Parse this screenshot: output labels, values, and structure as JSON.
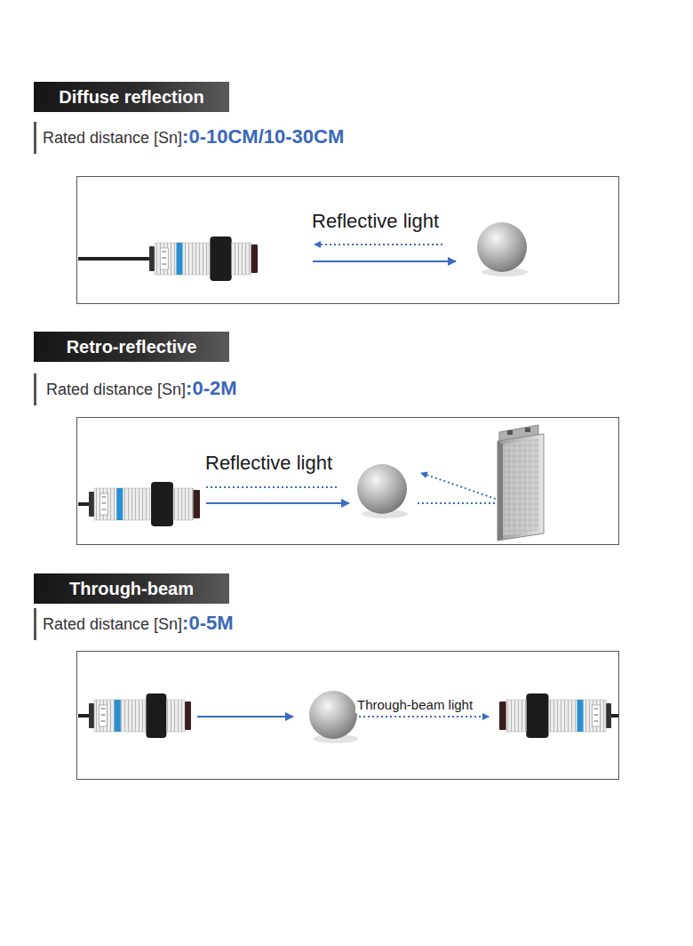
{
  "diagram": {
    "nodes": [
      {
        "text": [
          "Diffuse reflection"
        ]
      },
      {
        "text": [
          "Reflective light"
        ]
      },
      {
        "text": [
          "Retro-reflective"
        ]
      },
      {
        "text": [
          "Reflective light"
        ]
      },
      {
        "text": [
          "Through-beam"
        ]
      },
      {
        "text": [
          "Through-beam light"
        ]
      }
    ],
    "labels": [
      "Rated distance [Sn]",
      ":0-10CM/10-30CM",
      "Rated distance [Sn]",
      ":0-2M",
      "Rated distance [Sn]",
      ":0-5M"
    ]
  }
}
